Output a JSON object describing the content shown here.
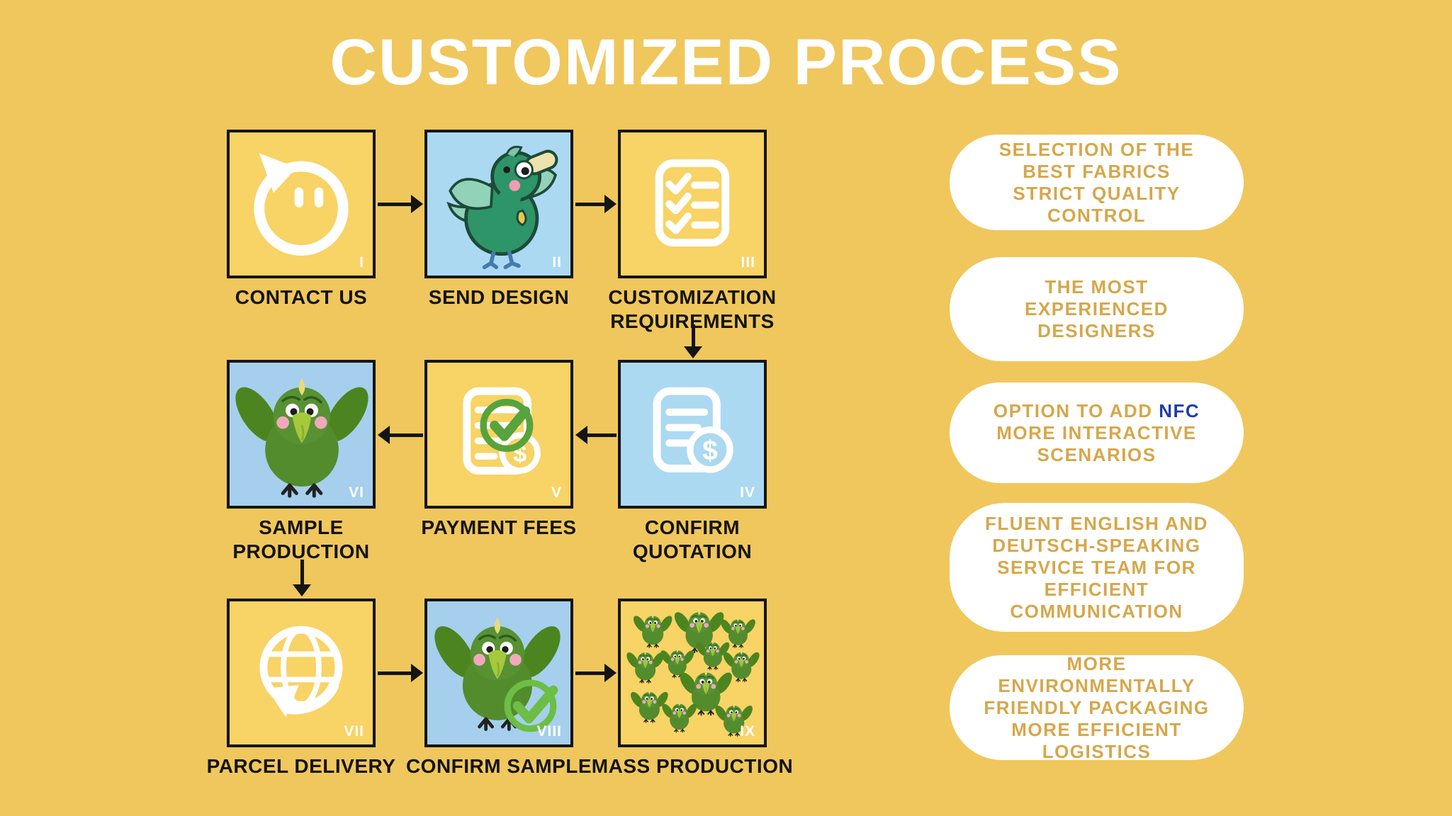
{
  "title": "CUSTOMIZED PROCESS",
  "steps": [
    {
      "numeral": "I",
      "label": "CONTACT US",
      "icon": "chat-bubble-icon"
    },
    {
      "numeral": "II",
      "label": "SEND DESIGN",
      "icon": "cartoon-bird-illustration"
    },
    {
      "numeral": "III",
      "label": "CUSTOMIZATION\nREQUIREMENTS",
      "icon": "checklist-icon"
    },
    {
      "numeral": "IV",
      "label": "CONFIRM\nQUOTATION",
      "icon": "quotation-document-dollar-icon"
    },
    {
      "numeral": "V",
      "label": "PAYMENT FEES",
      "icon": "invoice-check-dollar-icon"
    },
    {
      "numeral": "VI",
      "label": "SAMPLE\nPRODUCTION",
      "icon": "plush-bird-photo"
    },
    {
      "numeral": "VII",
      "label": "PARCEL DELIVERY",
      "icon": "globe-shipping-icon"
    },
    {
      "numeral": "VIII",
      "label": "CONFIRM SAMPLE",
      "icon": "plush-bird-check-photo"
    },
    {
      "numeral": "IX",
      "label": "MASS PRODUCTION",
      "icon": "plush-bird-group-photo"
    }
  ],
  "benefits": [
    {
      "text": "SELECTION OF THE\nBEST FABRICS\nSTRICT QUALITY\nCONTROL"
    },
    {
      "text": "THE MOST\nEXPERIENCED\nDESIGNERS"
    },
    {
      "prefix": "OPTION TO ADD ",
      "highlight": "NFC",
      "rest": "MORE INTERACTIVE\nSCENARIOS"
    },
    {
      "text": "FLUENT ENGLISH AND\nDEUTSCH-SPEAKING\nSERVICE TEAM FOR\nEFFICIENT\nCOMMUNICATION"
    },
    {
      "text": "MORE\nENVIRONMENTALLY\nFRIENDLY PACKAGING\nMORE EFFICIENT\nLOGISTICS"
    }
  ],
  "colors": {
    "background": "#F0C75C",
    "box_yellow": "#F8D365",
    "box_blue_illustration": "#ABD9F2",
    "box_blue_photo": "#A5CFEC",
    "pill_background": "#FFFFFF",
    "pill_text": "#D6A74A",
    "nfc_highlight": "#1F3EA8",
    "outline_black": "#141414",
    "title_white": "#FFFFFF",
    "check_green": "#57A33C",
    "plush_green": "#538C2C",
    "cartoon_bird_green": "#2E9568"
  }
}
